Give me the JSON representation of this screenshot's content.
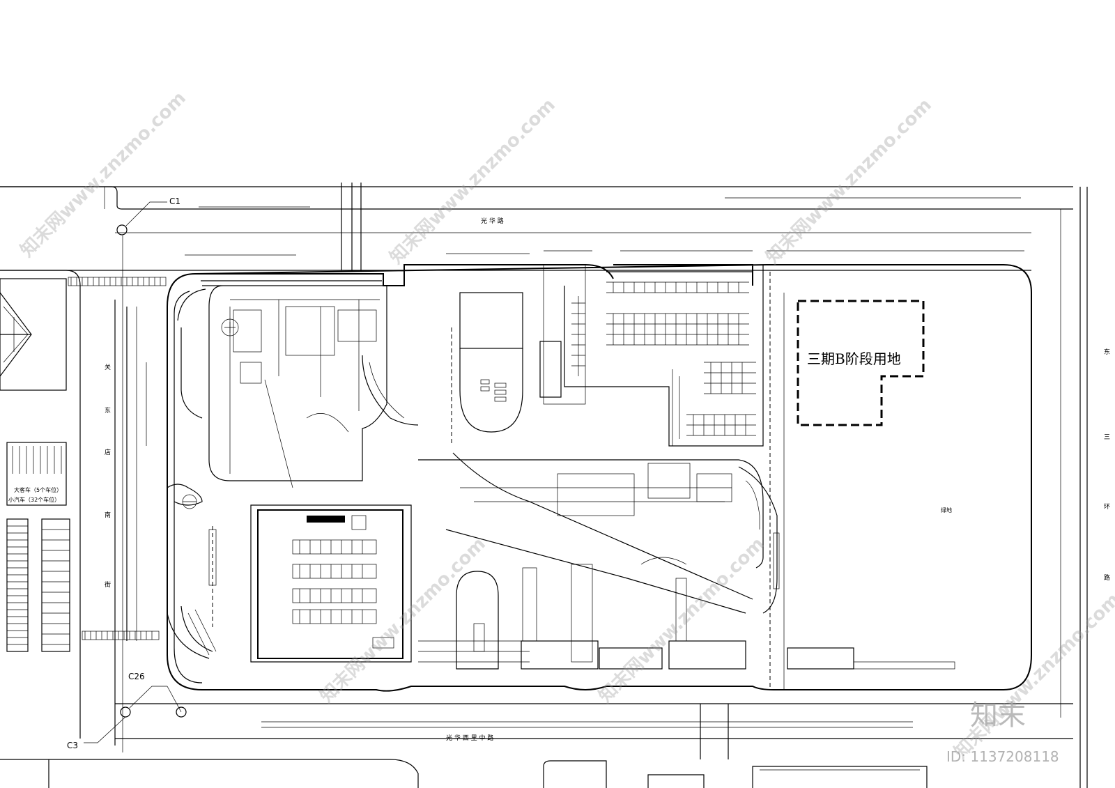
{
  "roads": {
    "north": "光 华 路",
    "south": "光 华 西 里 中 路",
    "west": [
      "关",
      "东",
      "店",
      "南",
      "街"
    ],
    "east": [
      "东",
      "三",
      "环",
      "路"
    ]
  },
  "grid_markers": {
    "c1": "C1",
    "c26": "C26",
    "c3": "C3"
  },
  "zones": {
    "phase_b": "三期B阶段用地",
    "greenland": "绿地"
  },
  "parking": {
    "bus": "大客车（5个车位）",
    "car": "小汽车（32个车位）"
  },
  "watermark": {
    "text": "知末网www.znzmo.com",
    "logo": "知末",
    "id": "ID: 1137208118"
  }
}
